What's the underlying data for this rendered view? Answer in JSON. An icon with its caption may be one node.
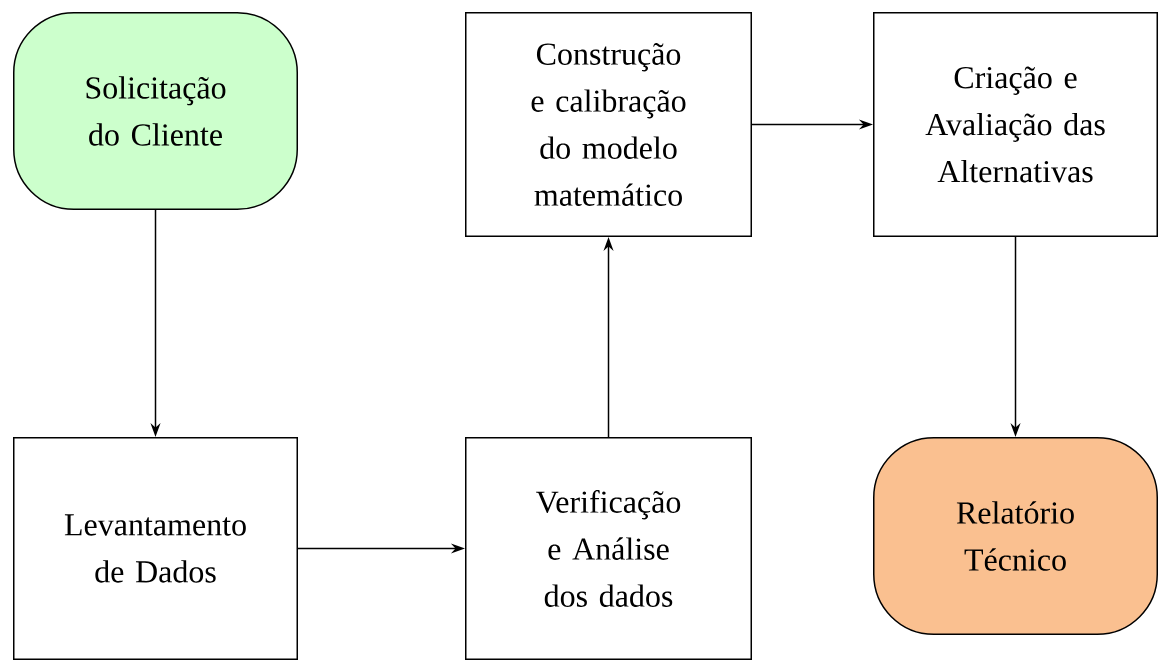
{
  "diagram": {
    "nodes": [
      {
        "text": [
          "Solicitação do Cliente"
        ]
      },
      {
        "text": [
          "Levantamento de Dados"
        ]
      },
      {
        "text": [
          "Verificação e Análise dos dados"
        ]
      },
      {
        "text": [
          "Construção e calibração do modelo matemático"
        ]
      },
      {
        "text": [
          "Criação e Avaliação das Alternativas"
        ]
      },
      {
        "text": [
          "Relatório Técnico"
        ]
      }
    ],
    "edges": [
      {
        "from": 0,
        "to": 1,
        "arrow": "to"
      },
      {
        "from": 1,
        "to": 2,
        "arrow": "to"
      },
      {
        "from": 2,
        "to": 3,
        "arrow": "to"
      },
      {
        "from": 3,
        "to": 4,
        "arrow": "to"
      },
      {
        "from": 4,
        "to": 5,
        "arrow": "to"
      }
    ]
  }
}
